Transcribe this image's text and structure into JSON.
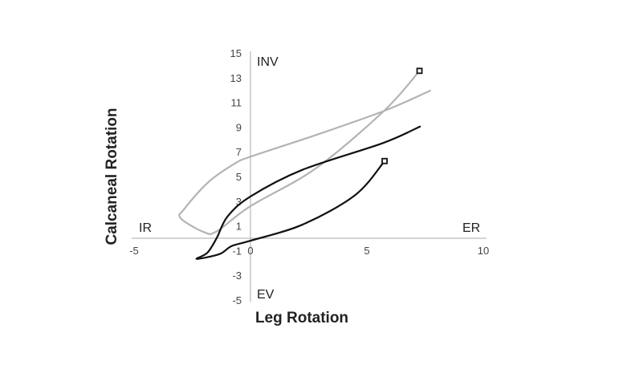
{
  "chart_data": {
    "type": "line",
    "title": "",
    "xlabel": "Leg Rotation",
    "ylabel": "Calcaneal Rotation",
    "xlim": [
      -5,
      10
    ],
    "ylim": [
      -5,
      15
    ],
    "x_ticks": [
      "-5",
      "0",
      "5",
      "10"
    ],
    "y_ticks": [
      "15",
      "13",
      "11",
      "9",
      "7",
      "5",
      "3",
      "1",
      "-1",
      "-3",
      "-5"
    ],
    "grid": false,
    "annotations": {
      "inv": "INV",
      "ev": "EV",
      "ir": "IR",
      "er": "ER"
    },
    "series": [
      {
        "name": "gray",
        "color": "#b3b3b3",
        "marker_at_start": true,
        "points": [
          [
            7.26,
            13.55
          ],
          [
            5.73,
            10.3
          ],
          [
            2.8,
            5.65
          ],
          [
            0,
            2.6
          ],
          [
            -1.45,
            0.56
          ],
          [
            -2.0,
            0.5
          ],
          [
            -3.0,
            1.63
          ],
          [
            -2.83,
            2.4
          ],
          [
            -1.8,
            4.56
          ],
          [
            -0.64,
            6.08
          ],
          [
            0,
            6.6
          ],
          [
            2.8,
            8.35
          ],
          [
            5.73,
            10.3
          ],
          [
            7.75,
            11.97
          ]
        ]
      },
      {
        "name": "black",
        "color": "#111111",
        "marker_at_start": true,
        "points": [
          [
            5.76,
            6.25
          ],
          [
            4.5,
            3.5
          ],
          [
            2.23,
            1.1
          ],
          [
            0,
            -0.2
          ],
          [
            -0.81,
            -0.63
          ],
          [
            -1.33,
            -1.28
          ],
          [
            -2.31,
            -1.67
          ],
          [
            -1.85,
            -1.17
          ],
          [
            -1.45,
            0.02
          ],
          [
            -0.99,
            1.75
          ],
          [
            0,
            3.38
          ],
          [
            2.23,
            5.54
          ],
          [
            5.68,
            7.7
          ],
          [
            7.31,
            9.07
          ]
        ]
      }
    ]
  }
}
